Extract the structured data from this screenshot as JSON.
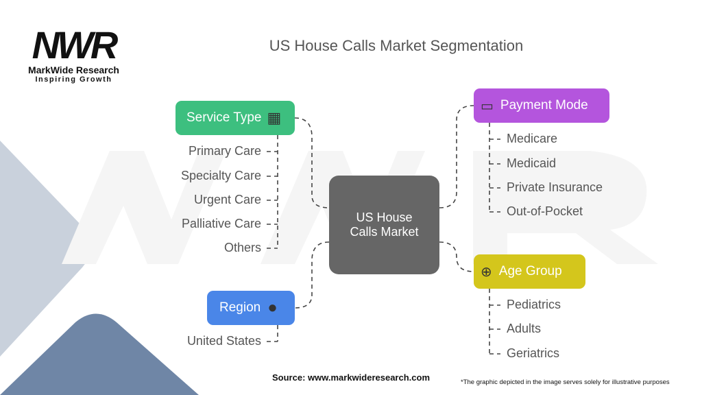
{
  "logo": {
    "mark": "NWR",
    "name": "MarkWide Research",
    "tagline": "Inspiring Growth"
  },
  "title": "US House Calls Market Segmentation",
  "center": {
    "line1": "US House",
    "line2": "Calls Market"
  },
  "categories": [
    {
      "label": "Service Type",
      "color": "#3dbf7f",
      "icon": "clinic-icon",
      "items": [
        "Primary Care",
        "Specialty Care",
        "Urgent Care",
        "Palliative Care",
        "Others"
      ]
    },
    {
      "label": "Region",
      "color": "#4a86e8",
      "icon": "globe-icon",
      "items": [
        "United States"
      ]
    },
    {
      "label": "Payment Mode",
      "color": "#b455dd",
      "icon": "payment-icon",
      "items": [
        "Medicare",
        "Medicaid",
        "Private Insurance",
        "Out-of-Pocket"
      ]
    },
    {
      "label": "Age Group",
      "color": "#d4c61c",
      "icon": "add-user-icon",
      "items": [
        "Pediatrics",
        "Adults",
        "Geriatrics"
      ]
    }
  ],
  "source": "Source: www.markwideresearch.com",
  "footnote": "*The graphic depicted in the image serves solely for illustrative purposes"
}
